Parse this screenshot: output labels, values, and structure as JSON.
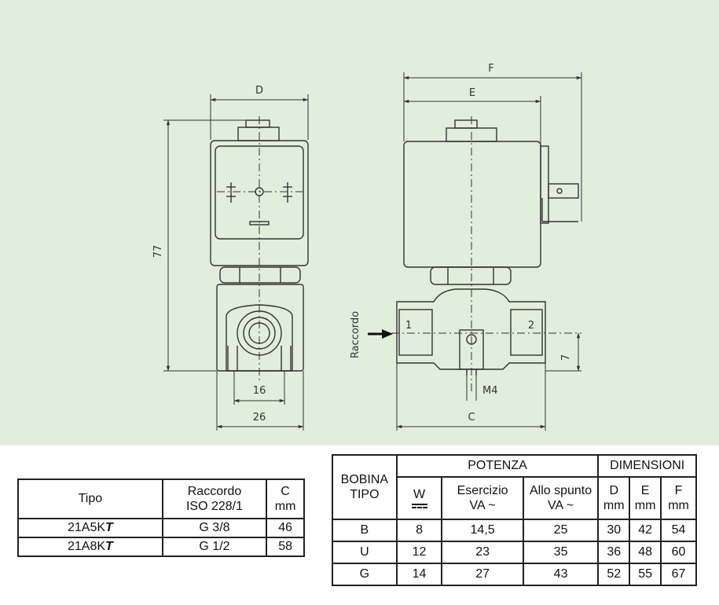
{
  "drawing": {
    "labels": {
      "d": "D",
      "f": "F",
      "e": "E",
      "h77": "77",
      "w16": "16",
      "w26": "26",
      "c": "C",
      "m4": "M4",
      "h7": "7",
      "raccordo": "Raccordo",
      "port1": "1",
      "port2": "2"
    }
  },
  "spec_table": {
    "headers": {
      "tipo": "Tipo",
      "raccordo_line1": "Raccordo",
      "raccordo_line2": "ISO 228/1",
      "c_line1": "C",
      "c_line2": "mm"
    },
    "rows": [
      {
        "tipo_prefix": "21A5K",
        "tipo_suffix": "T",
        "raccordo": "G 3/8",
        "c": "46"
      },
      {
        "tipo_prefix": "21A8K",
        "tipo_suffix": "T",
        "raccordo": "G 1/2",
        "c": "58"
      }
    ]
  },
  "coil_table": {
    "headers": {
      "bobina_line1": "BOBINA",
      "bobina_line2": "TIPO",
      "potenza": "POTENZA",
      "dimensioni": "DIMENSIONI",
      "w": "W",
      "esercizio_line1": "Esercizio",
      "esercizio_line2": "VA ~",
      "spunto_line1": "Allo spunto",
      "spunto_line2": "VA ~",
      "d_line1": "D",
      "e_line1": "E",
      "f_line1": "F",
      "unit": "mm"
    },
    "rows": [
      {
        "tipo": "B",
        "w": "8",
        "esercizio": "14,5",
        "spunto": "25",
        "d": "30",
        "e": "42",
        "f": "54"
      },
      {
        "tipo": "U",
        "w": "12",
        "esercizio": "23",
        "spunto": "35",
        "d": "36",
        "e": "48",
        "f": "60"
      },
      {
        "tipo": "G",
        "w": "14",
        "esercizio": "27",
        "spunto": "43",
        "d": "52",
        "e": "55",
        "f": "67"
      }
    ]
  }
}
